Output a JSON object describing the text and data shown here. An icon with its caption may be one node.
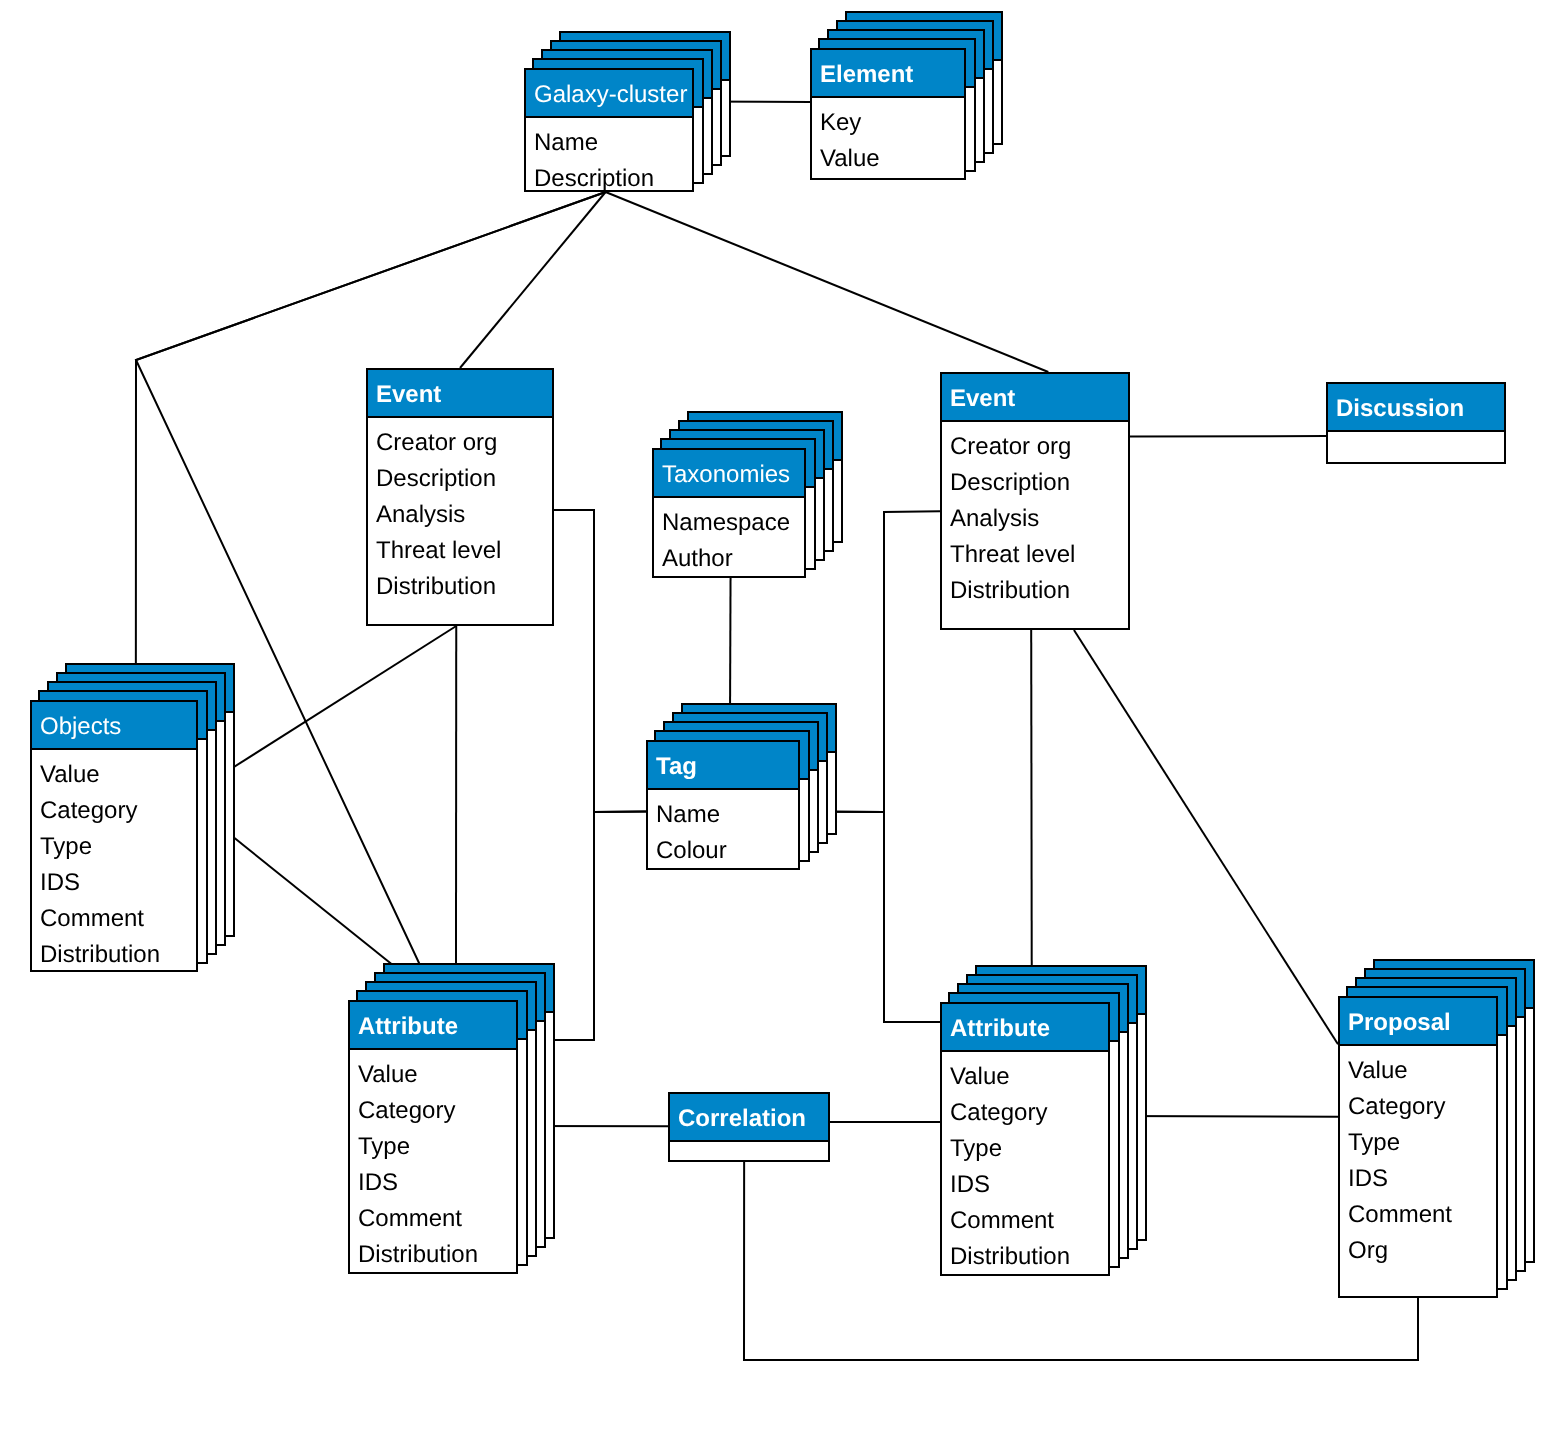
{
  "diagram": {
    "nodes": [
      {
        "text": [
          "Galaxy-cluster",
          "Name",
          "Description"
        ]
      },
      {
        "text": [
          "Element",
          "Key",
          "Value"
        ]
      },
      {
        "text": [
          "Event",
          "Creator org",
          "Description",
          "Analysis",
          "Threat level",
          "Distribution"
        ]
      },
      {
        "text": [
          "Event",
          "Creator org",
          "Description",
          "Analysis",
          "Threat level",
          "Distribution"
        ]
      },
      {
        "text": [
          "Discussion"
        ]
      },
      {
        "text": [
          "Taxonomies",
          "Namespace",
          "Author"
        ]
      },
      {
        "text": [
          "Objects",
          "Value",
          "Category",
          "Type",
          "IDS",
          "Comment",
          "Distribution"
        ]
      },
      {
        "text": [
          "Tag",
          "Name",
          "Colour"
        ]
      },
      {
        "text": [
          "Attribute",
          "Value",
          "Category",
          "Type",
          "IDS",
          "Comment",
          "Distribution"
        ]
      },
      {
        "text": [
          "Correlation"
        ]
      },
      {
        "text": [
          "Attribute",
          "Value",
          "Category",
          "Type",
          "IDS",
          "Comment",
          "Distribution"
        ]
      },
      {
        "text": [
          "Proposal",
          "Value",
          "Category",
          "Type",
          "IDS",
          "Comment",
          "Org"
        ]
      }
    ],
    "edges": [
      {
        "from": 0,
        "to": 1,
        "arrow": "none"
      },
      {
        "from": 0,
        "to": 2,
        "arrow": "none"
      },
      {
        "from": 0,
        "to": 3,
        "arrow": "none"
      },
      {
        "from": 0,
        "to": 6,
        "arrow": "none"
      },
      {
        "from": 0,
        "to": 8,
        "arrow": "none"
      },
      {
        "from": 2,
        "to": 6,
        "arrow": "none"
      },
      {
        "from": 6,
        "to": 8,
        "arrow": "none"
      },
      {
        "from": 2,
        "to": 8,
        "arrow": "none"
      },
      {
        "from": 7,
        "to": 2,
        "arrow": "none"
      },
      {
        "from": 7,
        "to": 8,
        "arrow": "none"
      },
      {
        "from": 7,
        "to": 3,
        "arrow": "none"
      },
      {
        "from": 7,
        "to": 10,
        "arrow": "none"
      },
      {
        "from": 5,
        "to": 7,
        "arrow": "none"
      },
      {
        "from": 3,
        "to": 4,
        "arrow": "none"
      },
      {
        "from": 3,
        "to": 10,
        "arrow": "none"
      },
      {
        "from": 3,
        "to": 11,
        "arrow": "none"
      },
      {
        "from": 8,
        "to": 9,
        "arrow": "none"
      },
      {
        "from": 9,
        "to": 10,
        "arrow": "none"
      },
      {
        "from": 10,
        "to": 11,
        "arrow": "none"
      },
      {
        "from": 9,
        "to": 11,
        "arrow": "none"
      }
    ]
  }
}
